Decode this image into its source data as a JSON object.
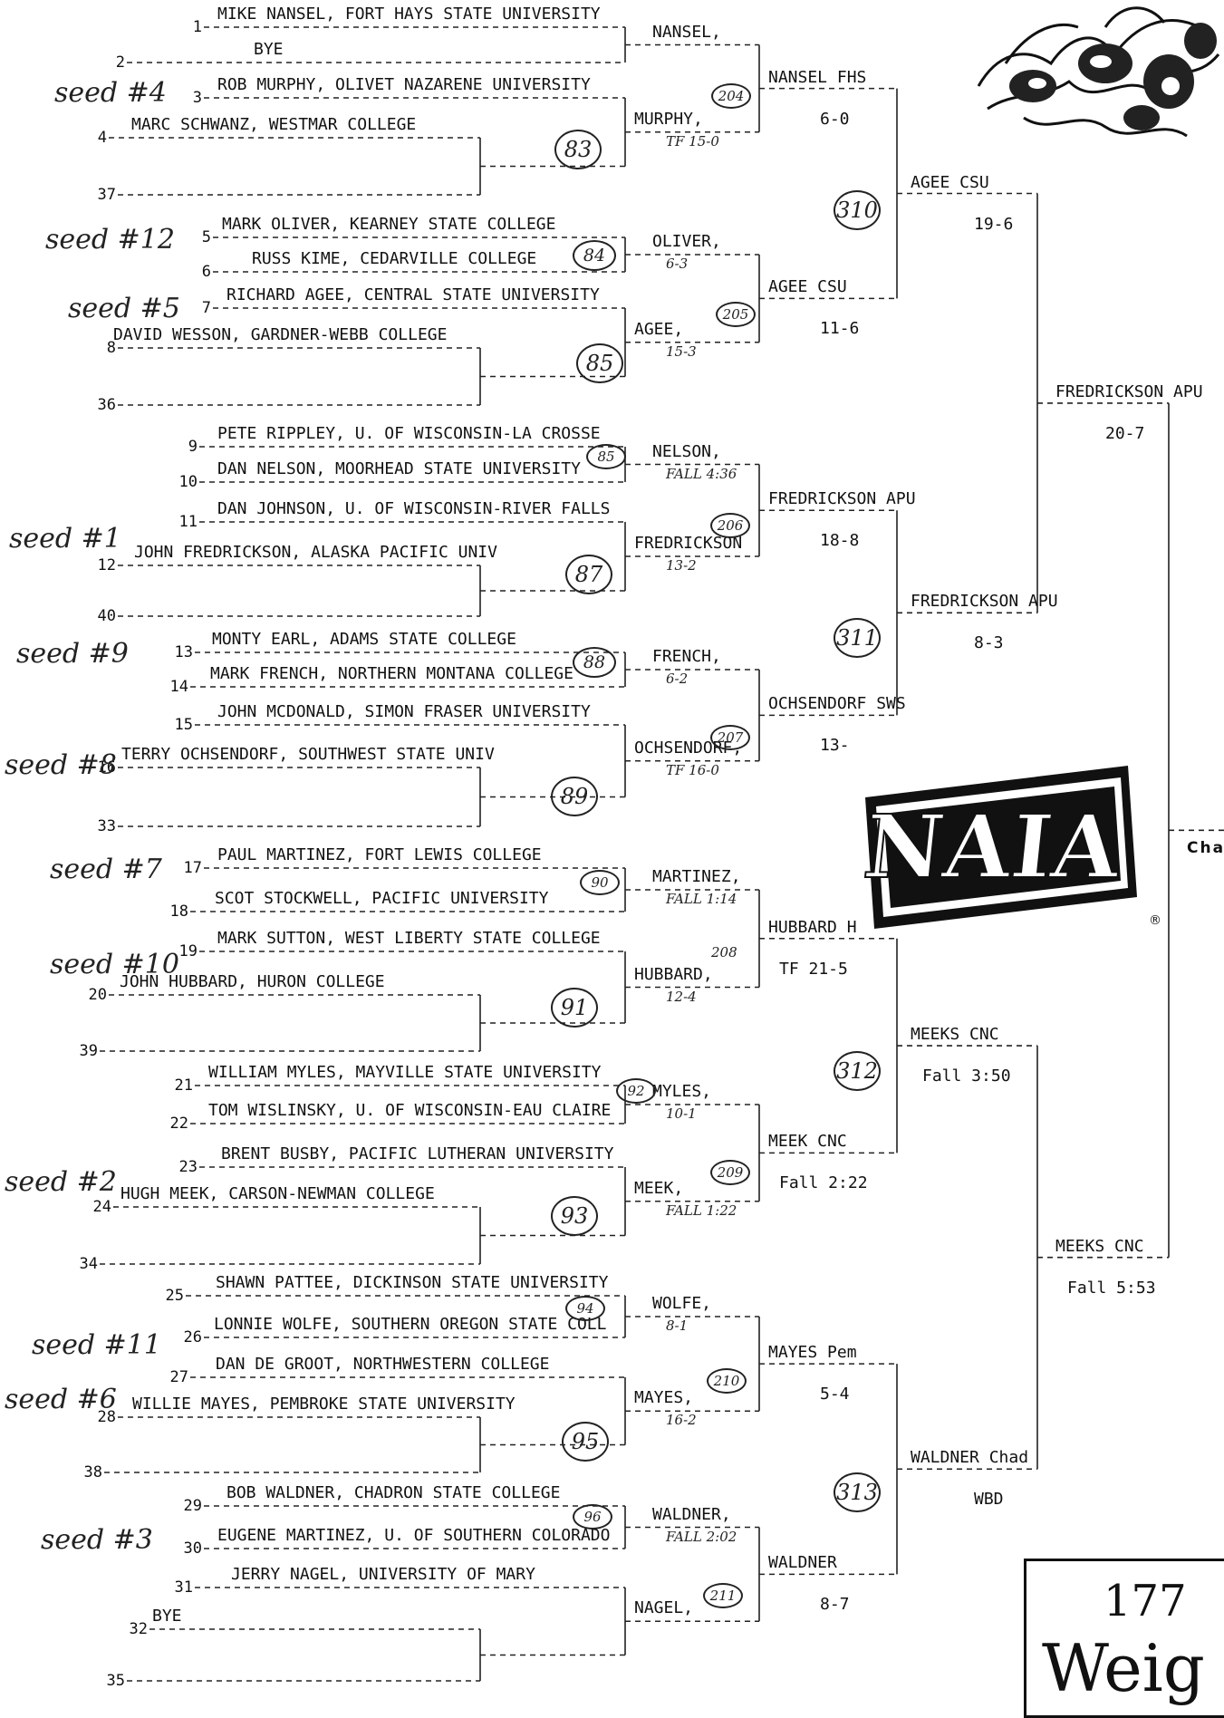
{
  "wrestlers": [
    {
      "n": "1",
      "name": "MIKE NANSEL, FORT HAYS STATE UNIVERSITY"
    },
    {
      "n": "2",
      "name": "BYE"
    },
    {
      "n": "3",
      "name": "ROB MURPHY, OLIVET NAZARENE UNIVERSITY"
    },
    {
      "n": "4",
      "name": "MARC SCHWANZ, WESTMAR COLLEGE"
    },
    {
      "n": "37",
      "name": ""
    },
    {
      "n": "5",
      "name": "MARK OLIVER, KEARNEY STATE COLLEGE"
    },
    {
      "n": "6",
      "name": "RUSS KIME, CEDARVILLE COLLEGE"
    },
    {
      "n": "7",
      "name": "RICHARD AGEE, CENTRAL STATE UNIVERSITY"
    },
    {
      "n": "8",
      "name": "DAVID WESSON, GARDNER-WEBB COLLEGE"
    },
    {
      "n": "36",
      "name": ""
    },
    {
      "n": "9",
      "name": "PETE RIPPLEY, U. OF WISCONSIN-LA CROSSE"
    },
    {
      "n": "10",
      "name": "DAN NELSON, MOORHEAD STATE UNIVERSITY"
    },
    {
      "n": "11",
      "name": "DAN JOHNSON, U. OF WISCONSIN-RIVER FALLS"
    },
    {
      "n": "12",
      "name": "JOHN FREDRICKSON, ALASKA PACIFIC UNIV"
    },
    {
      "n": "40",
      "name": ""
    },
    {
      "n": "13",
      "name": "MONTY EARL, ADAMS STATE COLLEGE"
    },
    {
      "n": "14",
      "name": "MARK FRENCH, NORTHERN MONTANA COLLEGE"
    },
    {
      "n": "15",
      "name": "JOHN MCDONALD, SIMON FRASER UNIVERSITY"
    },
    {
      "n": "16",
      "name": "TERRY OCHSENDORF, SOUTHWEST STATE UNIV"
    },
    {
      "n": "33",
      "name": ""
    },
    {
      "n": "17",
      "name": "PAUL MARTINEZ, FORT LEWIS COLLEGE"
    },
    {
      "n": "18",
      "name": "SCOT STOCKWELL, PACIFIC UNIVERSITY"
    },
    {
      "n": "19",
      "name": "MARK SUTTON, WEST LIBERTY STATE COLLEGE"
    },
    {
      "n": "20",
      "name": "JOHN HUBBARD, HURON COLLEGE"
    },
    {
      "n": "39",
      "name": ""
    },
    {
      "n": "21",
      "name": "WILLIAM MYLES, MAYVILLE STATE UNIVERSITY"
    },
    {
      "n": "22",
      "name": "TOM WISLINSKY, U. OF WISCONSIN-EAU CLAIRE"
    },
    {
      "n": "23",
      "name": "BRENT BUSBY, PACIFIC LUTHERAN UNIVERSITY"
    },
    {
      "n": "24",
      "name": "HUGH MEEK, CARSON-NEWMAN COLLEGE"
    },
    {
      "n": "34",
      "name": ""
    },
    {
      "n": "25",
      "name": "SHAWN PATTEE, DICKINSON STATE UNIVERSITY"
    },
    {
      "n": "26",
      "name": "LONNIE WOLFE, SOUTHERN OREGON STATE COLL"
    },
    {
      "n": "27",
      "name": "DAN DE GROOT, NORTHWESTERN COLLEGE"
    },
    {
      "n": "28",
      "name": "WILLIE MAYES, PEMBROKE STATE UNIVERSITY"
    },
    {
      "n": "38",
      "name": ""
    },
    {
      "n": "29",
      "name": "BOB WALDNER, CHADRON STATE COLLEGE"
    },
    {
      "n": "30",
      "name": "EUGENE MARTINEZ, U. OF SOUTHERN COLORADO"
    },
    {
      "n": "31",
      "name": "JERRY NAGEL, UNIVERSITY OF MARY"
    },
    {
      "n": "32",
      "name": "BYE"
    },
    {
      "n": "35",
      "name": ""
    }
  ],
  "seeds": [
    {
      "label": "seed #4"
    },
    {
      "label": "seed #12"
    },
    {
      "label": "seed #5"
    },
    {
      "label": "seed #1"
    },
    {
      "label": "seed #9"
    },
    {
      "label": "seed #8"
    },
    {
      "label": "seed #7"
    },
    {
      "label": "seed #10"
    },
    {
      "label": "seed #2"
    },
    {
      "label": "seed #11"
    },
    {
      "label": "seed #6"
    },
    {
      "label": "seed #3"
    }
  ],
  "bout_circles": [
    "204",
    "83",
    "84",
    "205",
    "85",
    "85",
    "206",
    "87",
    "88",
    "207",
    "89",
    "90",
    "208",
    "91",
    "92",
    "209",
    "93",
    "94",
    "210",
    "95",
    "96",
    "211",
    "310",
    "311",
    "312",
    "313"
  ],
  "round1": [
    {
      "name": "NANSEL,",
      "note": ""
    },
    {
      "name": "MURPHY,",
      "note": "TF 15-0"
    },
    {
      "name": "OLIVER,",
      "note": "6-3"
    },
    {
      "name": "AGEE,",
      "note": "15-3"
    },
    {
      "name": "NELSON,",
      "note": "FALL 4:36"
    },
    {
      "name": "FREDRICKSON",
      "note": "13-2"
    },
    {
      "name": "FRENCH,",
      "note": "6-2"
    },
    {
      "name": "OCHSENDORF,",
      "note": "TF 16-0"
    },
    {
      "name": "MARTINEZ,",
      "note": "FALL 1:14"
    },
    {
      "name": "HUBBARD,",
      "note": "12-4"
    },
    {
      "name": "MYLES,",
      "note": "10-1"
    },
    {
      "name": "MEEK,",
      "note": "FALL 1:22"
    },
    {
      "name": "WOLFE,",
      "note": "8-1"
    },
    {
      "name": "MAYES,",
      "note": "16-2"
    },
    {
      "name": "WALDNER,",
      "note": "FALL 2:02"
    },
    {
      "name": "NAGEL,",
      "note": ""
    }
  ],
  "round2": [
    {
      "name": "NANSEL FHS",
      "score": "6-0"
    },
    {
      "name": "AGEE CSU",
      "score": "11-6"
    },
    {
      "name": "FREDRICKSON APU",
      "score": "18-8"
    },
    {
      "name": "OCHSENDORF SWS",
      "score": "13-"
    },
    {
      "name": "HUBBARD H",
      "score": "TF  21-5"
    },
    {
      "name": "MEEK CNC",
      "score": "Fall 2:22"
    },
    {
      "name": "MAYES Pem",
      "score": "5-4"
    },
    {
      "name": "WALDNER",
      "score": "8-7"
    }
  ],
  "round2_bouts": [
    "208"
  ],
  "round3": [
    {
      "name": "AGEE CSU",
      "score": "19-6"
    },
    {
      "name": "FREDRICKSON APU",
      "score": "8-3"
    },
    {
      "name": "MEEKS CNC",
      "score": "Fall 3:50"
    },
    {
      "name": "WALDNER Chad",
      "score": "WBD"
    }
  ],
  "round4": [
    {
      "name": "FREDRICKSON APU",
      "score": "20-7"
    },
    {
      "name": "MEEKS CNC",
      "score": "Fall 5:53"
    }
  ],
  "champ_label": "Cha",
  "weight": {
    "number": "177",
    "word": "Weig"
  },
  "logo": {
    "text": "NAIA",
    "mark": "®"
  }
}
